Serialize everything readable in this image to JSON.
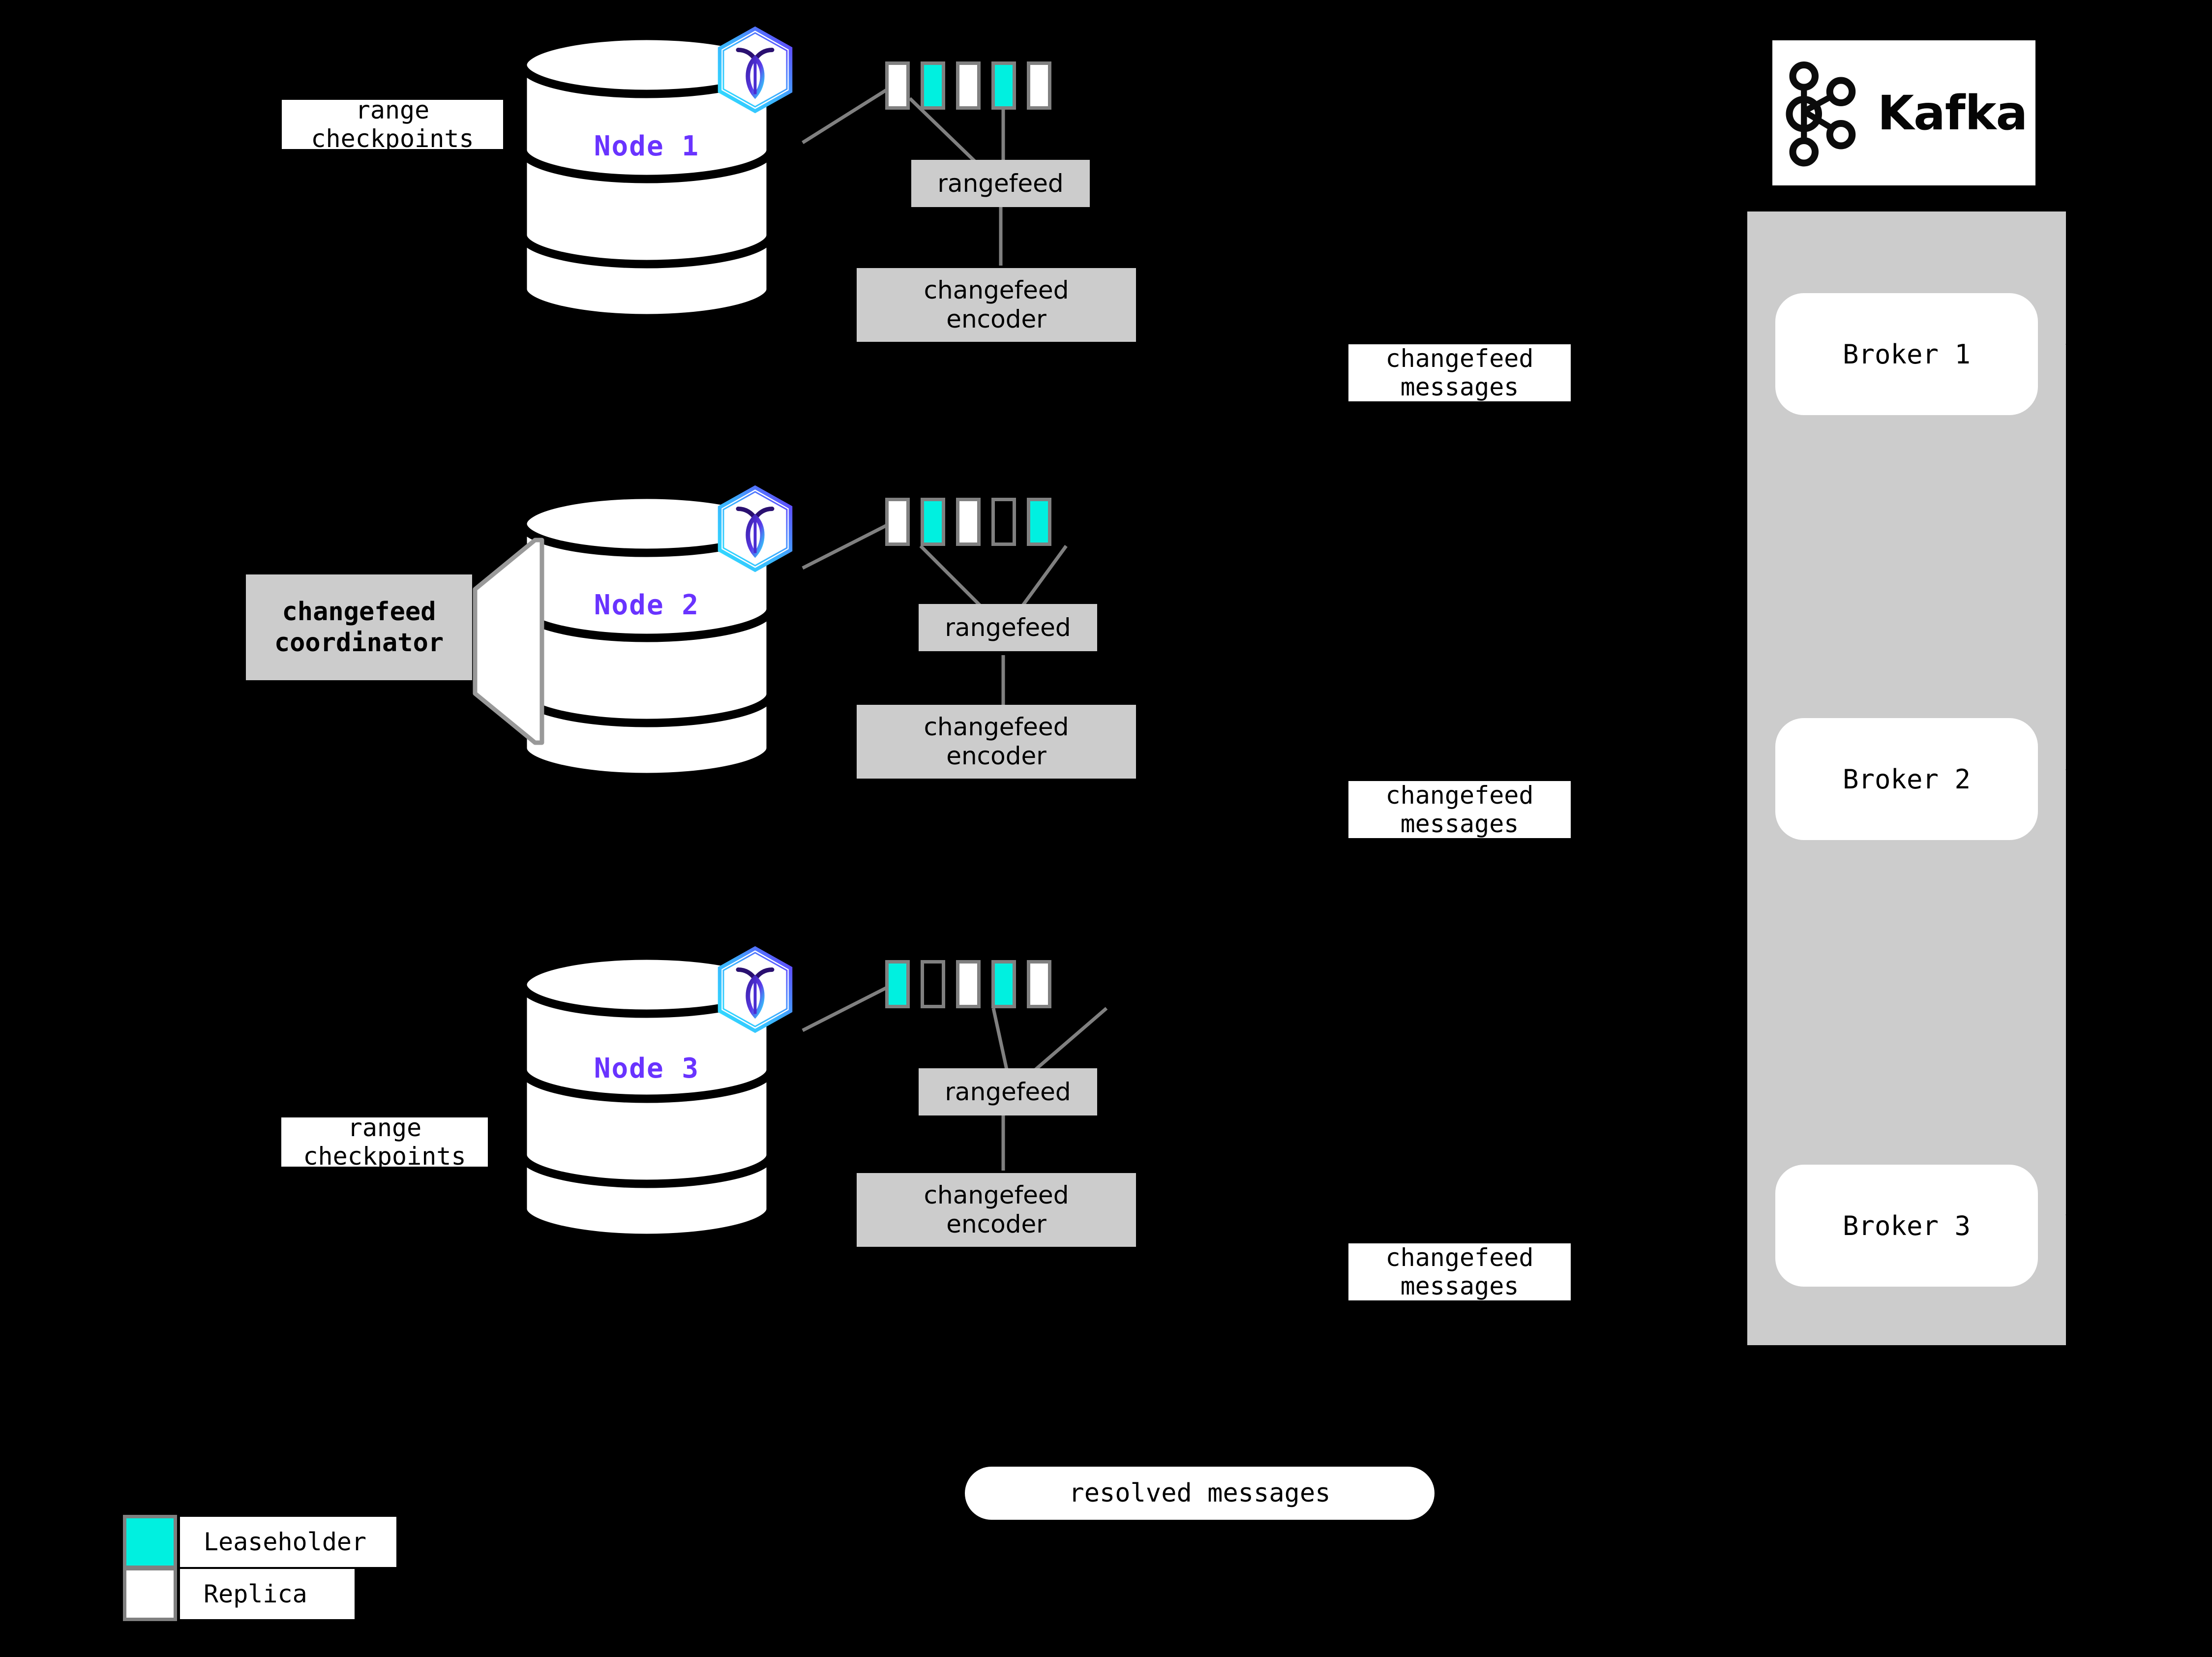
{
  "diagram": {
    "background_color": "#000000",
    "accent_leaseholder": "#00F0E0",
    "accent_replica": "#FFFFFF",
    "accent_node_label": "#6933FF",
    "box_gray": "#CCCCCC",
    "range_border": "#808080"
  },
  "nodes": [
    {
      "label": "Node 1",
      "logo_name": "cockroachdb-hexagon-logo",
      "side_label": "range\ncheckpoints",
      "ranges": [
        "replica",
        "leaseholder",
        "replica",
        "leaseholder",
        "replica"
      ],
      "rangefeed_label": "rangefeed",
      "encoder_label": "changefeed\nencoder",
      "messages_label": "changefeed\nmessages"
    },
    {
      "label": "Node 2",
      "logo_name": "cockroachdb-hexagon-logo",
      "side_label": "changefeed\ncoordinator",
      "ranges": [
        "replica",
        "leaseholder",
        "replica",
        "empty",
        "leaseholder"
      ],
      "rangefeed_label": "rangefeed",
      "encoder_label": "changefeed\nencoder",
      "messages_label": "changefeed\nmessages"
    },
    {
      "label": "Node 3",
      "logo_name": "cockroachdb-hexagon-logo",
      "side_label": "range\ncheckpoints",
      "ranges": [
        "leaseholder",
        "empty",
        "replica",
        "leaseholder",
        "replica"
      ],
      "rangefeed_label": "rangefeed",
      "encoder_label": "changefeed\nencoder",
      "messages_label": "changefeed\nmessages"
    }
  ],
  "labels": {
    "range_checkpoints_1_line1": "range",
    "range_checkpoints_1_line2": "checkpoints",
    "range_checkpoints_3_line1": "range",
    "range_checkpoints_3_line2": "checkpoints",
    "coordinator_line1": "changefeed",
    "coordinator_line2": "coordinator",
    "rangefeed_1": "rangefeed",
    "rangefeed_2": "rangefeed",
    "rangefeed_3": "rangefeed",
    "encoder_1_line1": "changefeed",
    "encoder_1_line2": "encoder",
    "encoder_2_line1": "changefeed",
    "encoder_2_line2": "encoder",
    "encoder_3_line1": "changefeed",
    "encoder_3_line2": "encoder",
    "messages_1_line1": "changefeed",
    "messages_1_line2": "messages",
    "messages_2_line1": "changefeed",
    "messages_2_line2": "messages",
    "messages_3_line1": "changefeed",
    "messages_3_line2": "messages",
    "node_1": "Node 1",
    "node_2": "Node 2",
    "node_3": "Node 3",
    "resolved_messages": "resolved messages"
  },
  "kafka": {
    "brand": "Kafka",
    "logo_name": "kafka-logo",
    "brokers": [
      "Broker 1",
      "Broker 2",
      "Broker 3"
    ]
  },
  "legend": {
    "items": [
      {
        "swatch": "leaseholder",
        "label": "Leaseholder",
        "color": "#00F0E0"
      },
      {
        "swatch": "replica",
        "label": "Replica",
        "color": "#FFFFFF"
      }
    ]
  }
}
